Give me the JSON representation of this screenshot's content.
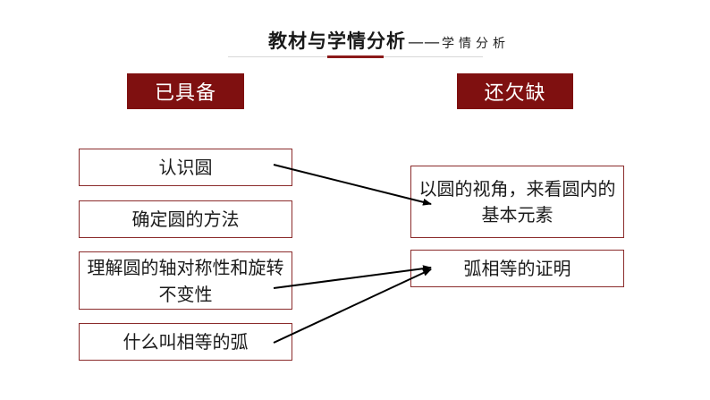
{
  "header": {
    "title": "教材与学情分析",
    "dash": "——",
    "subtitle": "学情分析"
  },
  "columns": {
    "left_label": "已具备",
    "right_label": "还欠缺"
  },
  "left_items": [
    "认识圆",
    "确定圆的方法",
    "理解圆的轴对称性和旋转不变性",
    "什么叫相等的弧"
  ],
  "right_items": [
    "以圆的视角，来看圆内的基本元素",
    "弧相等的证明"
  ],
  "colors": {
    "accent": "#7f1010",
    "box_border": "#8b2c2c",
    "arrow": "#000000"
  }
}
